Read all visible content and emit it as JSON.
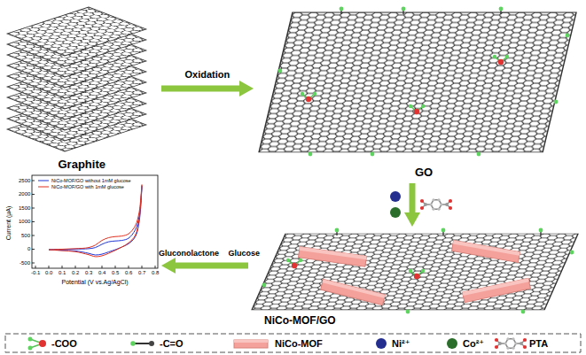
{
  "diagram": {
    "nodes": [
      {
        "text": [
          "Graphite"
        ]
      },
      {
        "text": [
          "GO"
        ]
      },
      {
        "text": [
          "NiCo-MOF/GO"
        ]
      },
      {
        "text": [
          "Current (μA)",
          "Potential (V vs.Ag/AgCl)"
        ]
      }
    ],
    "edges": [
      {
        "from": 0,
        "to": 1,
        "arrow": "to",
        "label": "Oxidation"
      },
      {
        "from": 1,
        "to": 2,
        "arrow": "to"
      },
      {
        "from": 2,
        "to": 3,
        "arrow": "to",
        "label": "Gluconolactone Glucose"
      }
    ],
    "labels": [
      "2500",
      "2000",
      "1500",
      "1000",
      "500",
      "0",
      "-500",
      "-0.1",
      "0.0",
      "0.1",
      "0.2",
      "0.3",
      "0.4",
      "0.5",
      "0.6",
      "0.7",
      "0.8"
    ],
    "legend": [
      {
        "text": "NiCo-MOF/GO without 1mM glucose"
      },
      {
        "text": "NiCo-MOF/GO with 1mM glucose"
      },
      {
        "text": "-COO"
      },
      {
        "text": "-C=O"
      },
      {
        "text": "NiCo-MOF"
      },
      {
        "text": "Ni²⁺",
        "color": "#232e8e"
      },
      {
        "text": "Co²⁺",
        "color": "#2b6e2b"
      },
      {
        "text": "PTA"
      }
    ]
  }
}
